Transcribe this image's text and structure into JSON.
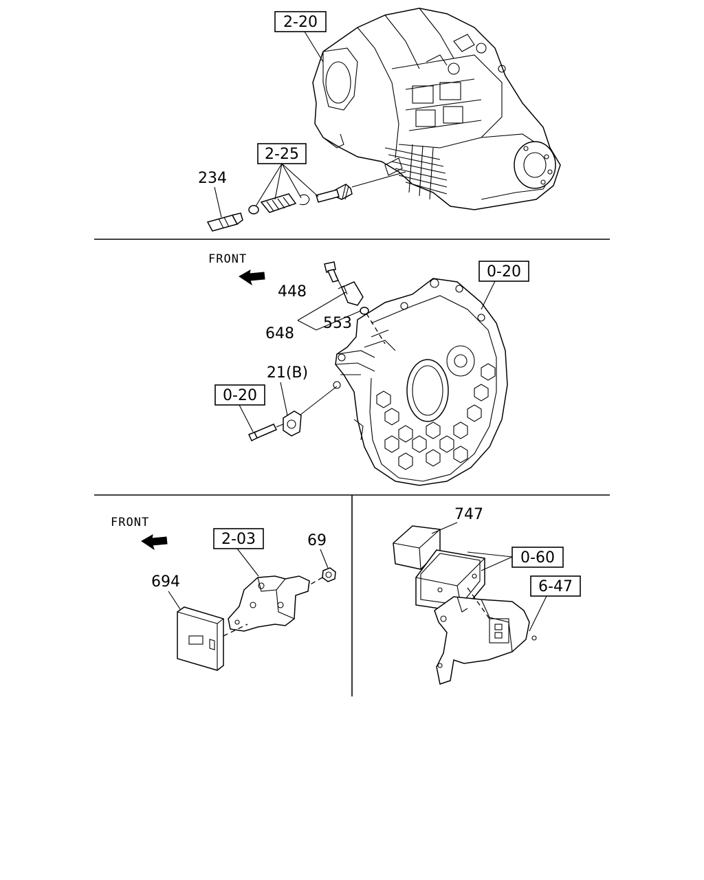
{
  "section_top": {
    "ref_transmission": "2-20",
    "ref_speed_sensor_kit": "2-25",
    "part_speed_sensor": "234"
  },
  "section_middle": {
    "front_label": "FRONT",
    "part_bolt": "448",
    "part_sensor": "648",
    "part_oring": "553",
    "part_bracket": "21(B)",
    "ref_bolt": "0-20",
    "ref_flywheel_housing": "0-20"
  },
  "section_bottom_left": {
    "front_label": "FRONT",
    "ref_bracket": "2-03",
    "part_nut": "69",
    "part_control_unit": "694"
  },
  "section_bottom_right": {
    "part_cover": "747",
    "ref_control_module": "0-60",
    "ref_bracket": "6-47"
  }
}
